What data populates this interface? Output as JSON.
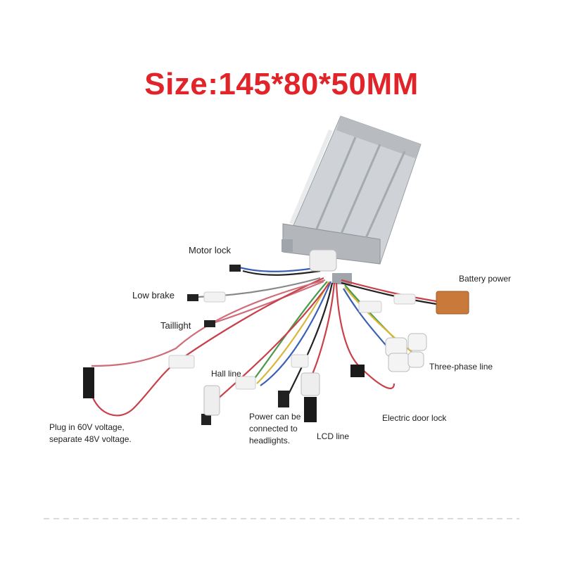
{
  "title": "Size:145*80*50MM",
  "labels": {
    "motor_lock": "Motor lock",
    "battery_power": "Battery power",
    "low_brake": "Low brake",
    "taillight": "Taillight",
    "hall_line": "Hall line",
    "three_phase_line": "Three-phase line",
    "plug_voltage_1": "Plug in 60V voltage,",
    "plug_voltage_2": "separate 48V voltage.",
    "power_headlights_1": "Power can be",
    "power_headlights_2": "connected to",
    "power_headlights_3": "headlights.",
    "lcd_line": "LCD line",
    "electric_door_lock": "Electric door lock"
  },
  "colors": {
    "title": "#e0242a",
    "housing_light": "#e4e6e8",
    "housing_dark": "#a9adb2",
    "wire_red": "#c8404a",
    "wire_pink": "#cf6d7a",
    "wire_blue": "#3a5fb5",
    "wire_green": "#4a9a4a",
    "wire_yellow": "#d9b73a",
    "wire_black": "#222222",
    "battery_connector": "#c97a3b"
  }
}
